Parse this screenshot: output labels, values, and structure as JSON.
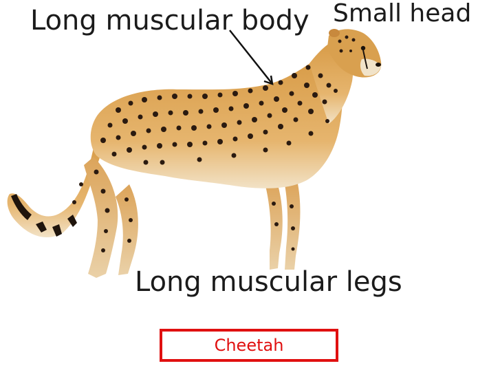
{
  "labels": {
    "body": "Long muscular body",
    "head": "Small head",
    "legs": "Long muscular legs"
  },
  "caption": "Cheetah",
  "colors": {
    "caption_border": "#e01010",
    "caption_text": "#e01010",
    "label_text": "#1b1b1b",
    "coat": "#d9a04f",
    "spots": "#2a1a10"
  }
}
